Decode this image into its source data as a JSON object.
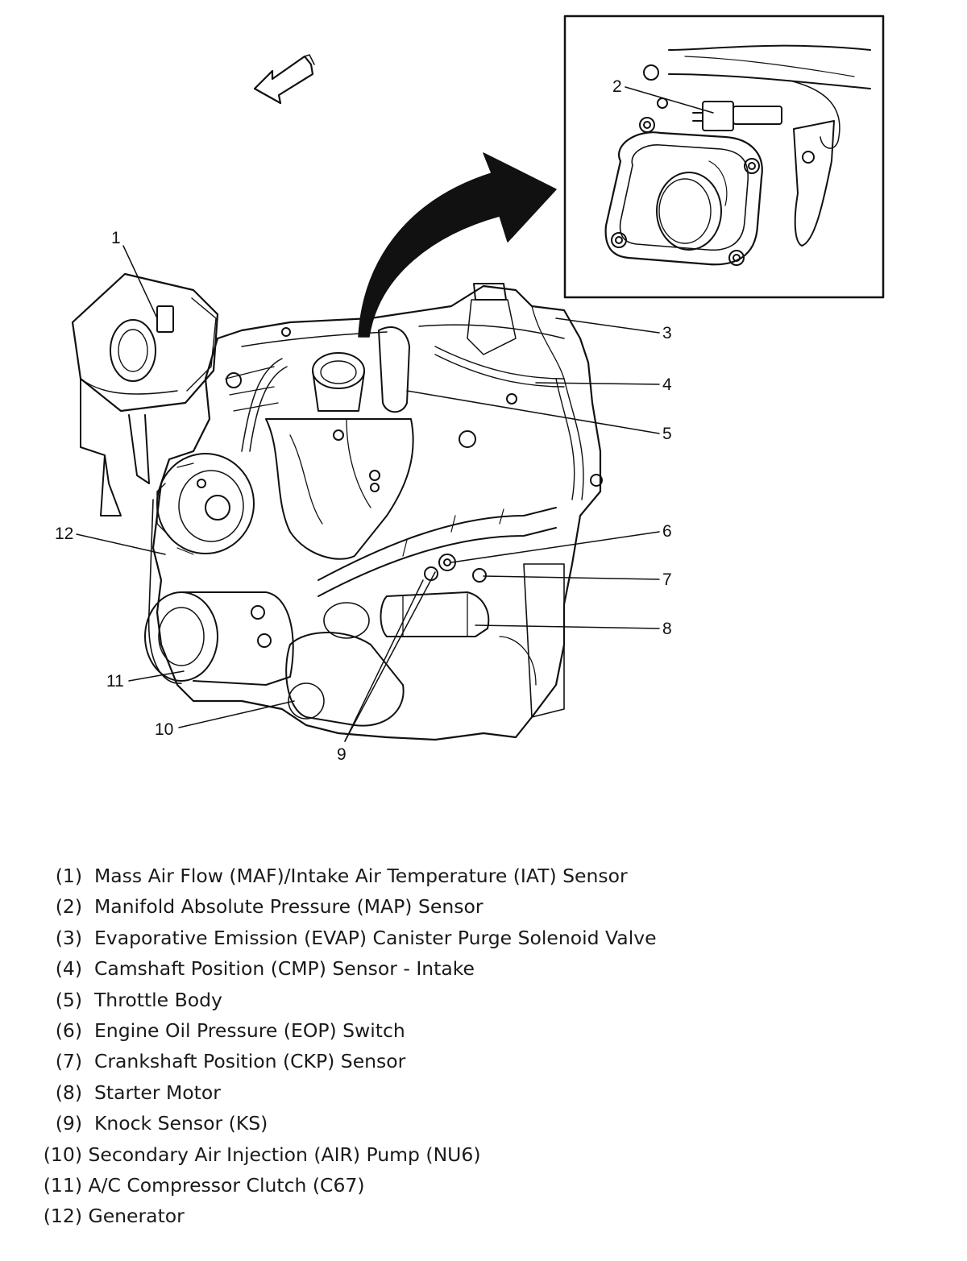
{
  "callouts": [
    {
      "num": "1"
    },
    {
      "num": "2"
    },
    {
      "num": "3"
    },
    {
      "num": "4"
    },
    {
      "num": "5"
    },
    {
      "num": "6"
    },
    {
      "num": "7"
    },
    {
      "num": "8"
    },
    {
      "num": "9"
    },
    {
      "num": "10"
    },
    {
      "num": "11"
    },
    {
      "num": "12"
    }
  ],
  "legend": [
    {
      "num": "(1)",
      "text": "Mass Air Flow (MAF)/Intake Air Temperature (IAT) Sensor"
    },
    {
      "num": "(2)",
      "text": "Manifold Absolute Pressure (MAP) Sensor"
    },
    {
      "num": "(3)",
      "text": "Evaporative Emission (EVAP) Canister Purge Solenoid Valve"
    },
    {
      "num": "(4)",
      "text": "Camshaft Position (CMP) Sensor - Intake"
    },
    {
      "num": "(5)",
      "text": "Throttle Body"
    },
    {
      "num": "(6)",
      "text": "Engine Oil Pressure (EOP) Switch"
    },
    {
      "num": "(7)",
      "text": "Crankshaft Position (CKP) Sensor"
    },
    {
      "num": "(8)",
      "text": "Starter Motor"
    },
    {
      "num": "(9)",
      "text": "Knock Sensor (KS)"
    },
    {
      "num": "(10)",
      "text": "Secondary Air Injection (AIR) Pump (NU6)"
    },
    {
      "num": "(11)",
      "text": "A/C Compressor Clutch (C67)"
    },
    {
      "num": "(12)",
      "text": "Generator"
    }
  ]
}
